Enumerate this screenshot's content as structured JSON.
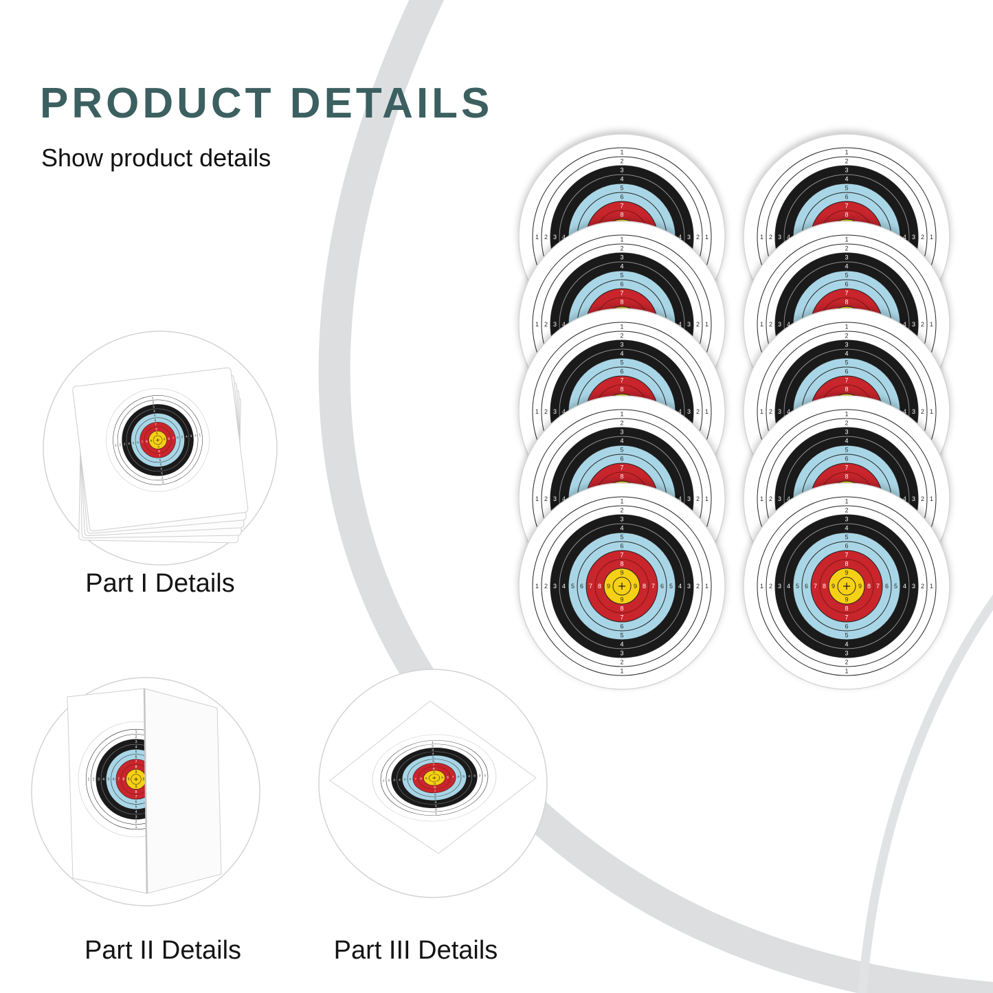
{
  "header": {
    "title": "PRODUCT DETAILS",
    "subtitle": "Show product details"
  },
  "parts": [
    {
      "label": "Part I Details"
    },
    {
      "label": "Part II Details"
    },
    {
      "label": "Part III Details"
    }
  ],
  "target": {
    "ring_numbers": [
      "1",
      "2",
      "3",
      "4",
      "5",
      "6",
      "7",
      "8",
      "9"
    ],
    "colors": {
      "paper": "#ffffff",
      "white_ring": "#ffffff",
      "black_ring": "#1a1a1a",
      "blue_ring": "#a9d6e6",
      "red_ring": "#c9252c",
      "yellow_ring": "#f6d014",
      "line": "#222222"
    },
    "stack": {
      "columns": 2,
      "per_column": 5
    }
  },
  "background": {
    "swoosh_color": "#dadcdd"
  }
}
